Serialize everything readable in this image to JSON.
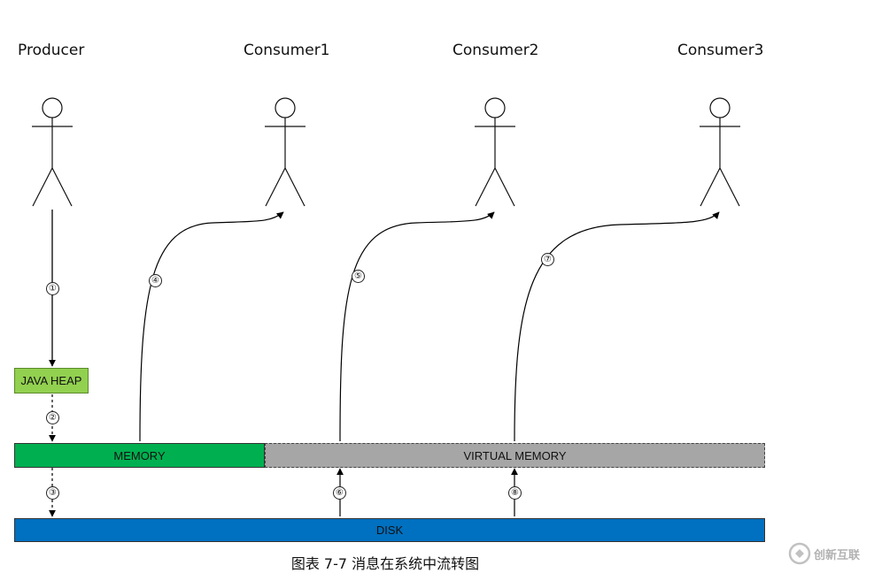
{
  "actors": [
    {
      "id": "producer",
      "label": "Producer"
    },
    {
      "id": "consumer1",
      "label": "Consumer1"
    },
    {
      "id": "consumer2",
      "label": "Consumer2"
    },
    {
      "id": "consumer3",
      "label": "Consumer3"
    }
  ],
  "boxes": {
    "java_heap": "JAVA HEAP",
    "memory": "MEMORY",
    "virtual_memory": "VIRTUAL MEMORY",
    "disk": "DISK"
  },
  "steps": [
    "①",
    "②",
    "③",
    "④",
    "⑤",
    "⑥",
    "⑦",
    "⑧"
  ],
  "caption": "图表 7-7 消息在系统中流转图",
  "watermark": {
    "text": "创新互联",
    "logo": "logo-icon"
  },
  "colors": {
    "java_heap": "#92d050",
    "memory": "#00b050",
    "virtual_memory": "#a6a6a6",
    "disk": "#0070c0"
  }
}
